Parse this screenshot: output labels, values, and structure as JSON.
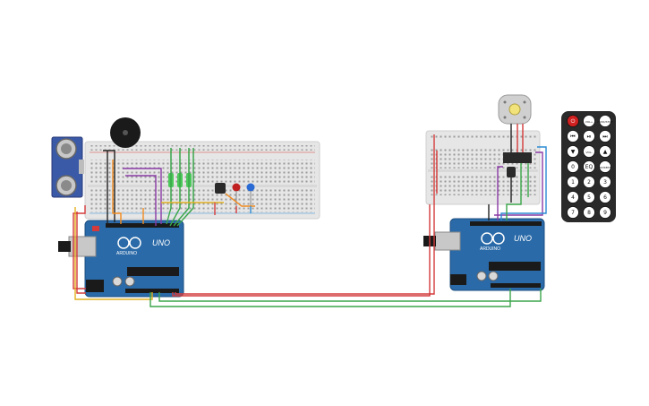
{
  "boards": {
    "left": {
      "logo_text": "UNO",
      "brand_text": "ARDUINO"
    },
    "right": {
      "logo_text": "UNO",
      "brand_text": "ARDUINO"
    }
  },
  "remote": {
    "rows": [
      [
        "power",
        "VOL+",
        "FUNC/STOP"
      ],
      [
        "prev",
        "play",
        "next"
      ],
      [
        "down",
        "VOL-",
        "up"
      ],
      [
        "0",
        "EQ",
        "ST/REPT"
      ],
      [
        "1",
        "2",
        "3"
      ],
      [
        "4",
        "5",
        "6"
      ],
      [
        "7",
        "8",
        "9"
      ]
    ]
  },
  "colors": {
    "board": "#2a6aa8",
    "breadboard": "#e6e6e6",
    "wire_red": "#d43a3a",
    "wire_green": "#3aa64a",
    "wire_yellow": "#e0b020",
    "wire_purple": "#8a3aa6",
    "wire_orange": "#f08a1e",
    "wire_black": "#222222",
    "wire_blue": "#2a8ad4"
  }
}
